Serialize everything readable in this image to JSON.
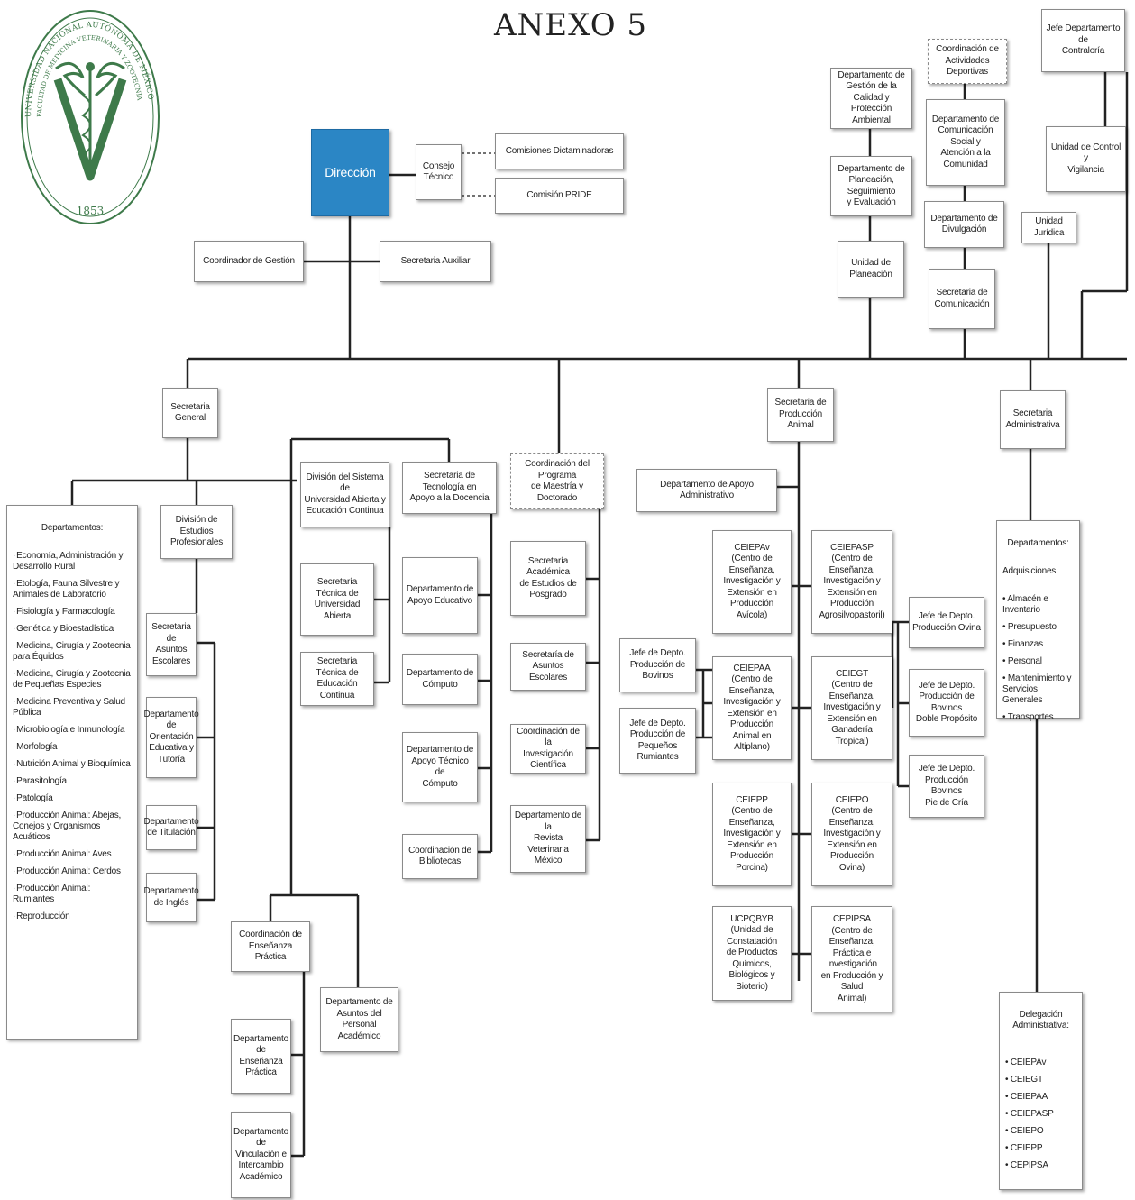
{
  "title": "ANEXO 5",
  "seal": {
    "text_top": "UNIVERSIDAD NACIONAL AUTÓNOMA DE MÉXICO",
    "text_inner": "FACULTAD DE MEDICINA VETERINARIA Y ZOOTECNIA",
    "year": "1853",
    "color": "#3e7a4a"
  },
  "colors": {
    "accent_box": "#2b86c5",
    "line": "#222222"
  },
  "nodes": {
    "direccion": "Dirección",
    "consejo": "Consejo\nTécnico",
    "comisiones": "Comisiones Dictaminadoras",
    "pride": "Comisión PRIDE",
    "coord_gestion": "Coordinador de Gestión",
    "sec_auxiliar": "Secretaria Auxiliar",
    "calidad": "Departamento de\nGestión de la Calidad y\nProtección Ambiental",
    "planeacion_seg": "Departamento de\nPlaneación, Seguimiento\ny Evaluación",
    "unidad_planeacion": "Unidad de\nPlaneación",
    "act_deportivas": "Coordinación de\nActividades Deportivas",
    "comunicacion_social": "Departamento de\nComunicación Social y\nAtención a la\nComunidad",
    "divulgacion": "Departamento de\nDivulgación",
    "sec_comunicacion": "Secretaria de\nComunicación",
    "contraloria": "Jefe Departamento de\nContraloría",
    "control_vigilancia": "Unidad de Control y\nVigilancia",
    "juridica": "Unidad Jurídica",
    "sec_general": "Secretaria\nGeneral",
    "sec_produccion": "Secretaria de\nProducción Animal",
    "sec_administrativa": "Secretaria\nAdministrativa",
    "div_estudios": "División de Estudios\nProfesionales",
    "div_suayed": "División del Sistema de\nUniversidad Abierta y\nEducación Continua",
    "sec_tecnologia": "Secretaria de Tecnología en\nApoyo a la Docencia",
    "coord_posgrado": "Coordinación del Programa\nde Maestría y Doctorado",
    "asuntos_escolares": "Secretaria de\nAsuntos\nEscolares",
    "orientacion": "Departamento\nde Orientación\nEducativa y\nTutoría",
    "titulacion": "Departamento\nde Titulación",
    "ingles": "Departamento\nde Inglés",
    "st_abierta": "Secretaría Técnica de\nUniversidad Abierta",
    "st_continua": "Secretaría Técnica de\nEducación Continua",
    "apoyo_educativo": "Departamento de\nApoyo Educativo",
    "computo": "Departamento de\nCómputo",
    "apoyo_tecnico": "Departamento de\nApoyo Técnico de\nCómputo",
    "bibliotecas": "Coordinación de\nBibliotecas",
    "sa_posgrado": "Secretaría Académica\nde Estudios de\nPosgrado",
    "sae_posgrado": "Secretaría de Asuntos\nEscolares",
    "investigacion": "Coordinación de la\nInvestigación Científica",
    "revista": "Departamento de la\nRevista Veterinaria\nMéxico",
    "ensenanza_practica": "Coordinación de\nEnseñanza Práctica",
    "personal_academico": "Departamento de\nAsuntos del Personal\nAcadémico",
    "depto_ensenanza": "Departamento de\nEnseñanza\nPráctica",
    "vinculacion": "Departamento de\nVinculación e\nIntercambio\nAcadémico",
    "apoyo_admin": "Departamento de Apoyo Administrativo",
    "ceiepav": "CEIEPAv\n(Centro de Enseñanza,\nInvestigación y\nExtensión en Producción\nAvícola)",
    "ceiepasp": "CEIEPASP\n(Centro de Enseñanza,\nInvestigación y\nExtensión en Producción\nAgrosilvopastoril)",
    "ceiepaa": "CEIEPAA\n(Centro de Enseñanza,\nInvestigación y\nExtensión en Producción\nAnimal en Altiplano)",
    "ceiegt": "CEIEGT\n(Centro de Enseñanza,\nInvestigación y\nExtensión en Ganadería\nTropical)",
    "ceiepp": "CEIEPP\n(Centro de Enseñanza,\nInvestigación y\nExtensión en Producción\nPorcina)",
    "ceiepo": "CEIEPO\n(Centro de Enseñanza,\nInvestigación y\nExtensión en Producción\nOvina)",
    "ucpqbyb": "UCPQBYB\n(Unidad de Constatación\nde Productos Químicos,\nBiológicos y Bioterio)",
    "cepipsa": "CEPIPSA\n(Centro de Enseñanza,\nPráctica e Investigación\nen Producción y Salud\nAnimal)",
    "jefe_bovinos": "Jefe de Depto.\nProducción de Bovinos",
    "jefe_rumiantes": "Jefe de Depto.\nProducción de\nPequeños Rumiantes",
    "jefe_ovina": "Jefe de Depto.\nProducción Ovina",
    "jefe_doble": "Jefe de Depto.\nProducción de Bovinos\nDoble Propósito",
    "jefe_pie": "Jefe de Depto.\nProducción Bovinos\nPie de Cría"
  },
  "departamentos": {
    "heading": "Departamentos:",
    "items": [
      "Economía, Administración y Desarrollo Rural",
      "Etología, Fauna Silvestre y Animales de Laboratorio",
      "Fisiología y Farmacología",
      "Genética y Bioestadística",
      "Medicina, Cirugía y Zootecnia para Équidos",
      "Medicina, Cirugía y Zootecnia de Pequeñas Especies",
      "Medicina Preventiva y Salud Pública",
      "Microbiología e Inmunología",
      "Morfología",
      "Nutrición Animal y Bioquímica",
      "Parasitología",
      "Patología",
      "Producción Animal: Abejas, Conejos y Organismos Acuáticos",
      "Producción Animal: Aves",
      "Producción Animal: Cerdos",
      "Producción Animal: Rumiantes",
      "Reproducción"
    ]
  },
  "admin_departamentos": {
    "heading": "Departamentos:",
    "subheading": "Adquisiciones,",
    "items": [
      "Almacén e Inventario",
      "Presupuesto",
      "Finanzas",
      "Personal",
      "Mantenimiento y Servicios Generales",
      "Transportes"
    ]
  },
  "delegacion": {
    "heading": "Delegación Administrativa:",
    "items": [
      "CEIEPAv",
      "CEIEGT",
      "CEIEPAA",
      "CEIEPASP",
      "CEIEPO",
      "CEIEPP",
      "CEPIPSA"
    ]
  }
}
